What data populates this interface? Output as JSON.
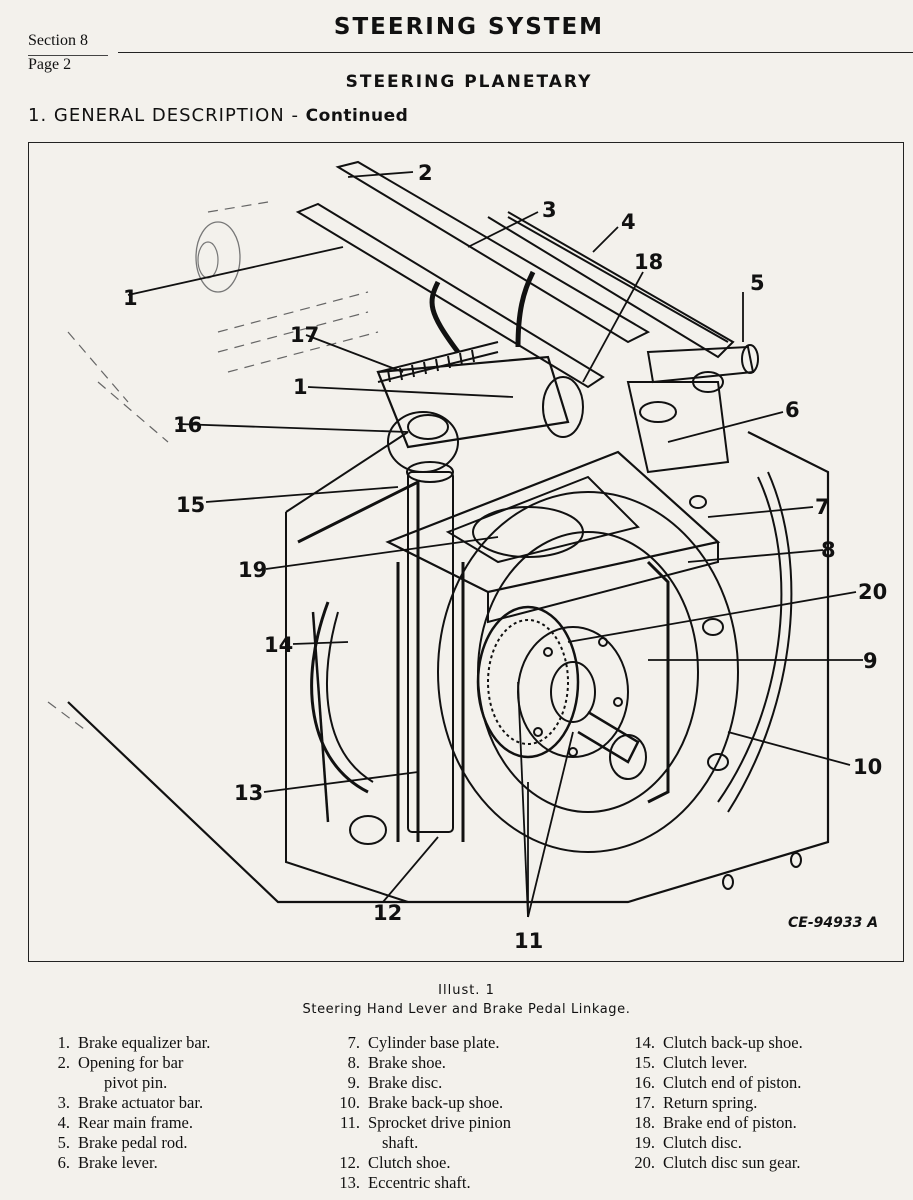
{
  "header": {
    "section": "Section 8",
    "page": "Page 2",
    "title": "STEERING SYSTEM",
    "subtitle": "STEERING PLANETARY",
    "heading_main": "1. GENERAL DESCRIPTION - ",
    "heading_cont": "Continued"
  },
  "figure": {
    "callouts": [
      "1",
      "2",
      "3",
      "4",
      "5",
      "6",
      "7",
      "8",
      "9",
      "10",
      "11",
      "12",
      "13",
      "14",
      "15",
      "16",
      "17",
      "18",
      "19",
      "20"
    ],
    "reference_code": "CE-94933 A"
  },
  "caption": {
    "line1": "Illust. 1",
    "line2": "Steering Hand Lever and Brake Pedal Linkage."
  },
  "legend": [
    [
      {
        "num": "1.",
        "text": "Brake equalizer bar."
      },
      {
        "num": "2.",
        "text": "Opening for bar"
      },
      {
        "num": "",
        "text": "pivot pin."
      },
      {
        "num": "3.",
        "text": "Brake actuator bar."
      },
      {
        "num": "4.",
        "text": "Rear main frame."
      },
      {
        "num": "5.",
        "text": "Brake pedal rod."
      },
      {
        "num": "6.",
        "text": "Brake lever."
      }
    ],
    [
      {
        "num": "7.",
        "text": "Cylinder base plate."
      },
      {
        "num": "8.",
        "text": "Brake shoe."
      },
      {
        "num": "9.",
        "text": "Brake disc."
      },
      {
        "num": "10.",
        "text": "Brake back-up shoe."
      },
      {
        "num": "11.",
        "text": "Sprocket drive pinion"
      },
      {
        "num": "",
        "text": "shaft."
      },
      {
        "num": "12.",
        "text": "Clutch shoe."
      },
      {
        "num": "13.",
        "text": "Eccentric shaft."
      }
    ],
    [
      {
        "num": "14.",
        "text": "Clutch back-up shoe."
      },
      {
        "num": "15.",
        "text": "Clutch lever."
      },
      {
        "num": "16.",
        "text": "Clutch end of piston."
      },
      {
        "num": "17.",
        "text": "Return spring."
      },
      {
        "num": "18.",
        "text": "Brake end of piston."
      },
      {
        "num": "19.",
        "text": "Clutch disc."
      },
      {
        "num": "20.",
        "text": "Clutch disc sun gear."
      }
    ]
  ]
}
